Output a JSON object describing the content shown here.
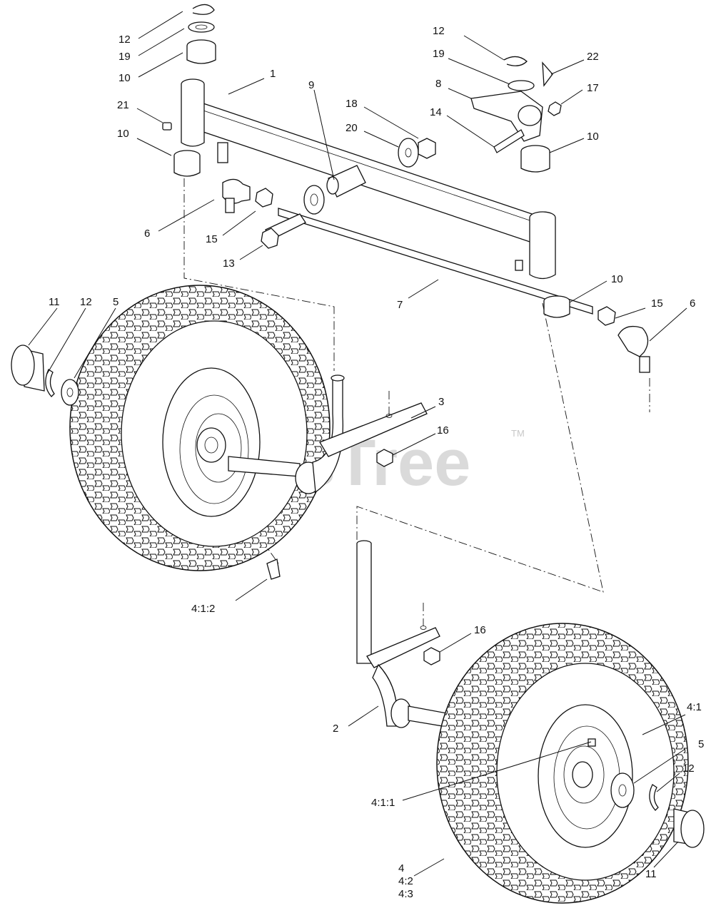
{
  "watermark": {
    "text": "PartsTree",
    "trademark": "TM"
  },
  "callouts": [
    {
      "id": "c-12-a",
      "text": "12"
    },
    {
      "id": "c-19-a",
      "text": "19"
    },
    {
      "id": "c-10-a",
      "text": "10"
    },
    {
      "id": "c-1",
      "text": "1"
    },
    {
      "id": "c-21",
      "text": "21"
    },
    {
      "id": "c-10-b",
      "text": "10"
    },
    {
      "id": "c-9",
      "text": "9"
    },
    {
      "id": "c-18",
      "text": "18"
    },
    {
      "id": "c-20",
      "text": "20"
    },
    {
      "id": "c-12-b",
      "text": "12"
    },
    {
      "id": "c-19-b",
      "text": "19"
    },
    {
      "id": "c-22",
      "text": "22"
    },
    {
      "id": "c-8",
      "text": "8"
    },
    {
      "id": "c-17",
      "text": "17"
    },
    {
      "id": "c-14",
      "text": "14"
    },
    {
      "id": "c-10-c",
      "text": "10"
    },
    {
      "id": "c-6-a",
      "text": "6"
    },
    {
      "id": "c-15-a",
      "text": "15"
    },
    {
      "id": "c-13",
      "text": "13"
    },
    {
      "id": "c-7",
      "text": "7"
    },
    {
      "id": "c-10-d",
      "text": "10"
    },
    {
      "id": "c-15-b",
      "text": "15"
    },
    {
      "id": "c-6-b",
      "text": "6"
    },
    {
      "id": "c-11-a",
      "text": "11"
    },
    {
      "id": "c-12-c",
      "text": "12"
    },
    {
      "id": "c-5-a",
      "text": "5"
    },
    {
      "id": "c-3",
      "text": "3"
    },
    {
      "id": "c-16-a",
      "text": "16"
    },
    {
      "id": "c-4-1-2",
      "text": "4:1:2"
    },
    {
      "id": "c-16-b",
      "text": "16"
    },
    {
      "id": "c-2",
      "text": "2"
    },
    {
      "id": "c-4-1",
      "text": "4:1"
    },
    {
      "id": "c-5-b",
      "text": "5"
    },
    {
      "id": "c-4-1-1",
      "text": "4:1:1"
    },
    {
      "id": "c-12-d",
      "text": "12"
    },
    {
      "id": "c-4",
      "text": "4"
    },
    {
      "id": "c-4-2",
      "text": "4:2"
    },
    {
      "id": "c-4-3",
      "text": "4:3"
    },
    {
      "id": "c-11-b",
      "text": "11"
    }
  ]
}
